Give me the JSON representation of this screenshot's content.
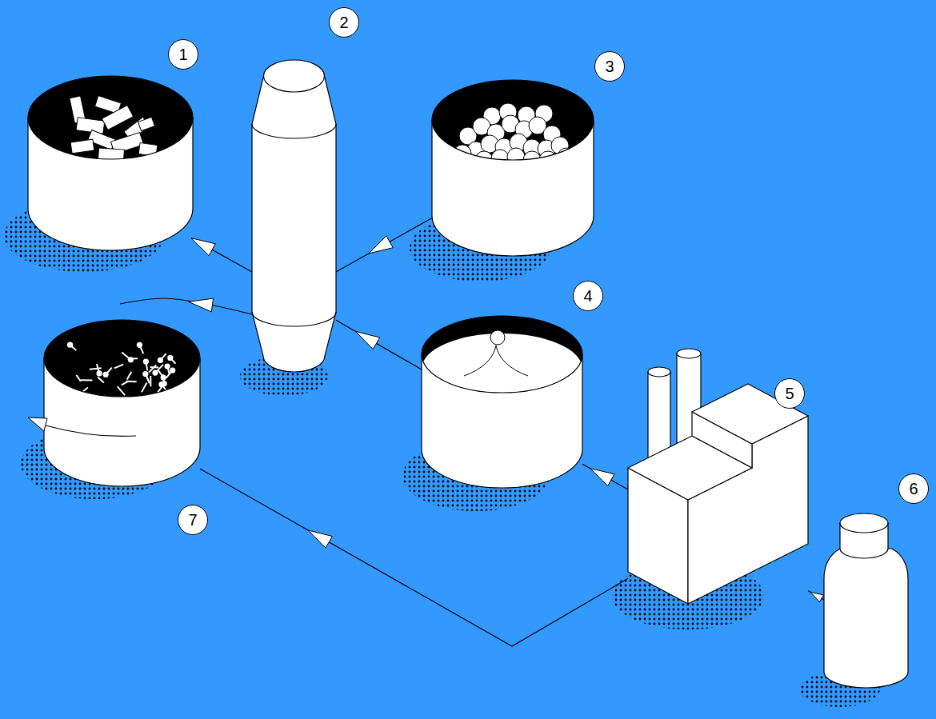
{
  "diagram": {
    "nodes": [
      {
        "text": [
          "1"
        ]
      },
      {
        "text": [
          "2"
        ]
      },
      {
        "text": [
          "3"
        ]
      },
      {
        "text": [
          "4"
        ]
      },
      {
        "text": [
          "5"
        ]
      },
      {
        "text": [
          "6"
        ]
      },
      {
        "text": [
          "7"
        ]
      }
    ],
    "edges": [
      {
        "from": 1,
        "to": 0,
        "arrow": "to"
      },
      {
        "from": 2,
        "to": 1,
        "arrow": "to"
      },
      {
        "from": 3,
        "to": 1,
        "arrow": "to"
      },
      {
        "from": 4,
        "to": 3,
        "arrow": "to"
      },
      {
        "from": 5,
        "to": 4,
        "arrow": "to"
      },
      {
        "from": 4,
        "to": 6,
        "arrow": "to"
      },
      {
        "from": 1,
        "to": 6,
        "arrow": "to"
      }
    ]
  }
}
